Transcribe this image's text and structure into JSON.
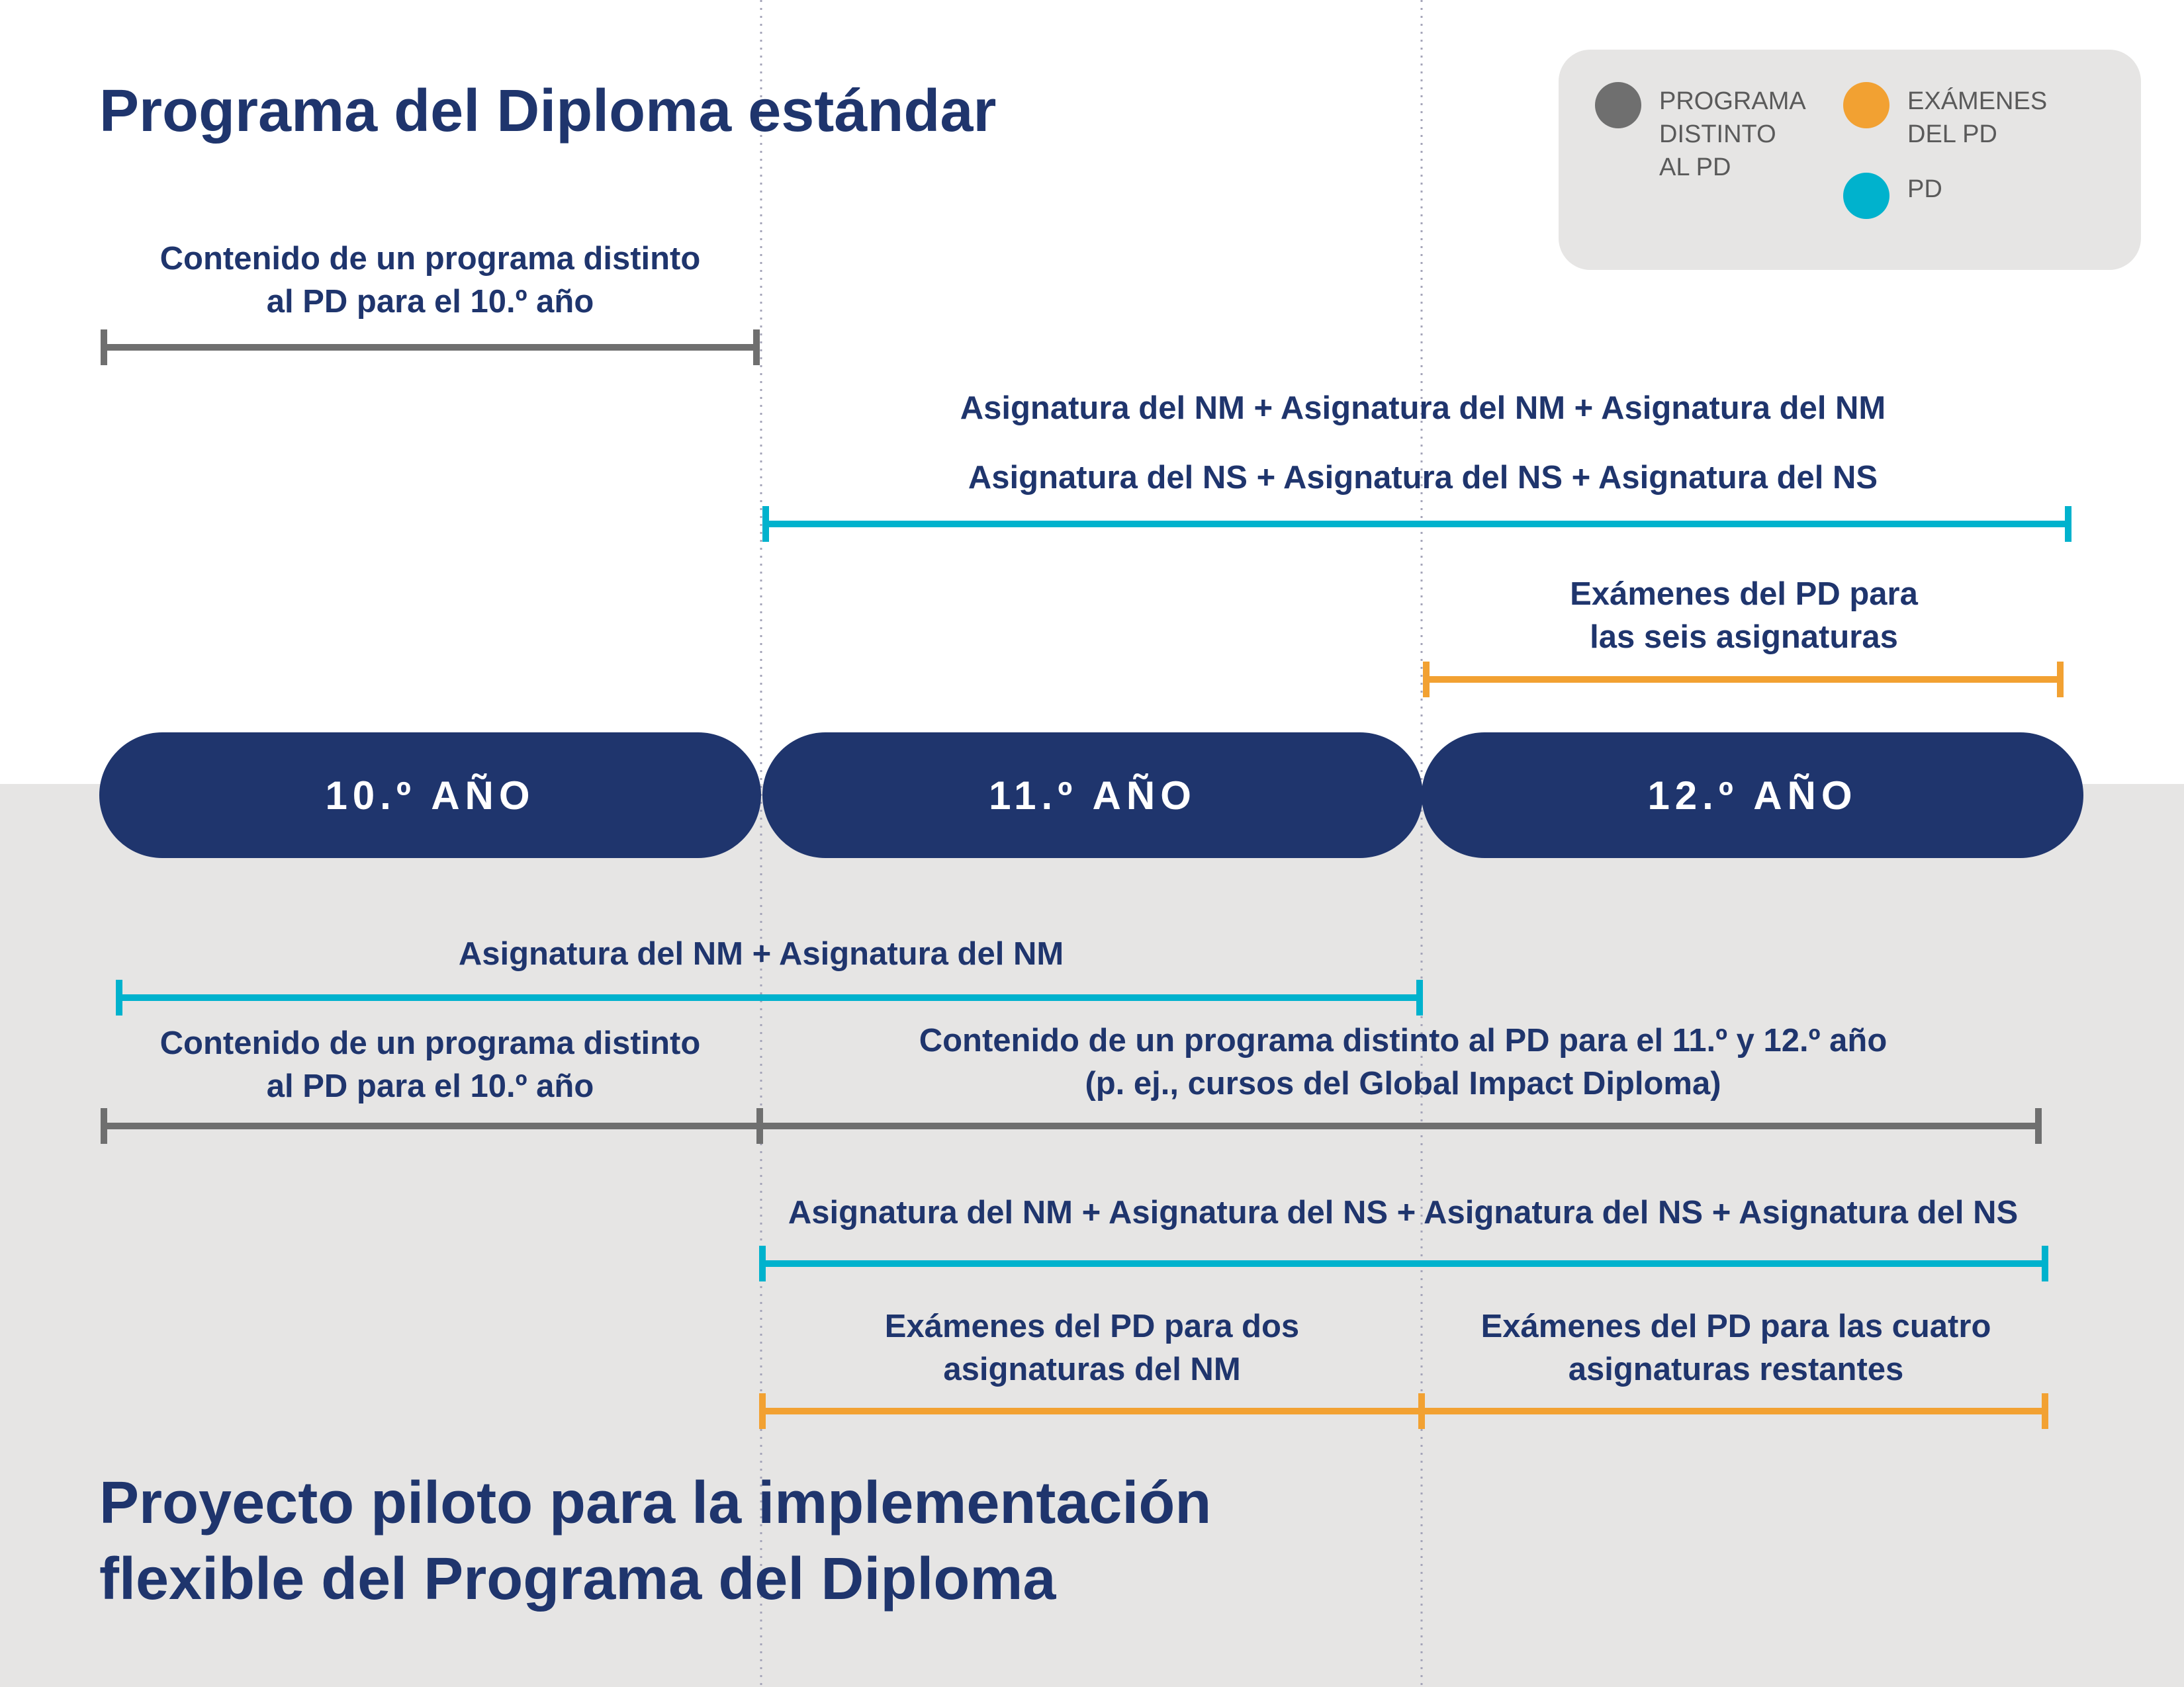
{
  "titles": {
    "standard": "Programa del Diploma estándar",
    "pilot_line1": "Proyecto piloto para la implementación",
    "pilot_line2": "flexible del Programa del Diploma"
  },
  "legend": {
    "items": [
      {
        "label": "PROGRAMA\nDISTINTO\nAL PD",
        "color": "#6f6f6f"
      },
      {
        "label": "EXÁMENES\nDEL PD",
        "color": "#f2a132"
      },
      {
        "label": "PD",
        "color": "#00b2cd"
      }
    ]
  },
  "years": [
    "10.º AÑO",
    "11.º AÑO",
    "12.º AÑO"
  ],
  "standard": {
    "non_dp_10_line1": "Contenido de un programa distinto",
    "non_dp_10_line2": "al PD para el 10.º año",
    "dp_sl_row": "Asignatura del NM  + Asignatura del NM  +  Asignatura del NM",
    "dp_hl_row": "Asignatura del NS  +  Asignatura del NS  +  Asignatura del NS",
    "exams_line1": "Exámenes del PD para",
    "exams_line2": "las seis asignaturas"
  },
  "pilot": {
    "dp_sl_two": "Asignatura del NM + Asignatura del NM",
    "non_dp_10_line1": "Contenido de un programa distinto",
    "non_dp_10_line2": "al PD para el 10.º año",
    "non_dp_11_12_line1": "Contenido de un programa distinto al PD para el 11.º y 12.º año",
    "non_dp_11_12_line2": "(p. ej., cursos del Global Impact Diploma)",
    "dp_row": "Asignatura del NM  + Asignatura del NS  + Asignatura del NS + Asignatura del NS",
    "exams_two_line1": "Exámenes del PD para dos",
    "exams_two_line2": "asignaturas del NM",
    "exams_four_line1": "Exámenes del PD para las cuatro",
    "exams_four_line2": "asignaturas restantes"
  },
  "colors": {
    "navy": "#1f356d",
    "non_dp_gray": "#6f6f6f",
    "exam_orange": "#f2a132",
    "dp_cyan": "#00b2cd",
    "bottom_background": "#e6e5e4"
  }
}
